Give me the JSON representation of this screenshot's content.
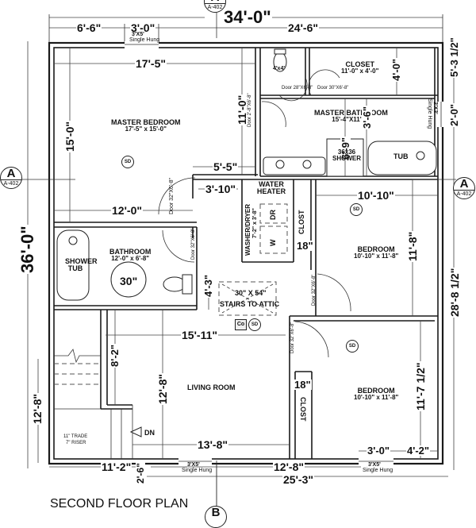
{
  "title": "SECOND FLOOR PLAN",
  "overall_dimensions": {
    "width_total": "34'-0\"",
    "height_total": "36'-0\"",
    "top_left_segment": "6'-6\"",
    "top_window_segment": "3'-0\"",
    "top_right_segment": "24'-6\"",
    "right_top_segment": "5'-3 1/2\"",
    "right_window_segment": "2'-0\"",
    "right_bottom_segment": "28'-8 1/2\"",
    "bottom_left_segment": "11'-2\"",
    "bottom_mid_segment": "12'-8\"",
    "bottom_total_right": "25'-3\"",
    "bottom_offset": "2'-6\"",
    "left_stair_segment": "12'-8\""
  },
  "section_markers": [
    {
      "letter": "A",
      "sheet": "A-402",
      "position": "top"
    },
    {
      "letter": "A",
      "sheet": "A-402",
      "position": "left"
    },
    {
      "letter": "A",
      "sheet": "A-402",
      "position": "right"
    },
    {
      "letter": "B",
      "sheet": "",
      "position": "bottom"
    }
  ],
  "windows": {
    "top": {
      "size": "3'X5'",
      "type": "Single Hung"
    },
    "right": {
      "size": "2'X3'",
      "type": "Single Hung"
    },
    "bottom_left": {
      "size": "3'X5'",
      "type": "Single Hung"
    },
    "bottom_right": {
      "size": "3'X5'",
      "type": "Single Hung"
    }
  },
  "rooms": {
    "master_bedroom": {
      "name": "MASTER BEDROOM",
      "size": "17'-5\" x 15'-0\"",
      "dim_width": "17'-5\"",
      "dim_height": "15'-0\"",
      "dim_lower_width": "12'-0\"",
      "sd": "SD"
    },
    "wc": {
      "fixture": "4'x4'"
    },
    "closet": {
      "name": "CLOSET",
      "size": "11'-0\" x 4'-0\"",
      "dim": "4'-0\""
    },
    "master_bathroom": {
      "name": "MASTER BATHROOM",
      "size": "15'-4\"X11'-0\"",
      "dim_a": "3'-6\"",
      "dim_b": "6'-9\"",
      "dim_c": "11'-0\"",
      "shower": "36x36 SHOWER",
      "tub": "TUB"
    },
    "doors": {
      "wc_door": "Door 28\"X6'-8\"",
      "closet_door": "Door 30\"X6'-8\"",
      "master_bath_door": "Door 2'-8\"X6'-8\"",
      "master_bed_door": "Door 32\"X6'-8\"",
      "bath_door": "Door 32\"X6'-8\"",
      "bed1_door": "Door 32\"X6'-8\"",
      "bed2_door": "Door 32\"X6'-8\""
    },
    "hall_dims": {
      "a": "5'-5\"",
      "b": "3'-10\""
    },
    "water_heater": {
      "name": "WATER HEATER"
    },
    "laundry": {
      "name": "WASHER/DRYER",
      "size": "7'-2\" x 3'-8\"",
      "dryer": "DR",
      "washer": "W"
    },
    "closet1": {
      "name": "CLOST",
      "dim": "18\""
    },
    "bedroom1": {
      "name": "BEDROOM",
      "size": "10'-10\" x 11'-8\"",
      "dim_width": "10'-10\"",
      "dim_height": "11'-8\"",
      "sd": "SD"
    },
    "bathroom": {
      "name": "BATHROOM",
      "size": "12'-0\" x 6'-8\"",
      "tub": "SHOWER TUB",
      "sink": "30\"",
      "dim": "4'-3\""
    },
    "attic_stairs": {
      "size": "30\" X 54\"",
      "label": "STAIRS TO ATTIC",
      "co": "Co",
      "sd": "SD"
    },
    "stairs": {
      "dim": "8'-2\"",
      "note1": "11\" TRADE",
      "note2": "7\" RISER",
      "dn": "DN"
    },
    "living_room": {
      "name": "LIVING ROOM",
      "dim_width": "15'-11\"",
      "dim_height": "12'-8\"",
      "dim_bottom": "13'-8\""
    },
    "closet2": {
      "name": "CLOST",
      "dim": "18\""
    },
    "bedroom2": {
      "name": "BEDROOM",
      "size": "10'-10\" x 11'-8\"",
      "dim_height": "11'-7 1/2\"",
      "dim_win": "3'-0\"",
      "dim_right": "4'-2\"",
      "sd": "SD"
    }
  }
}
